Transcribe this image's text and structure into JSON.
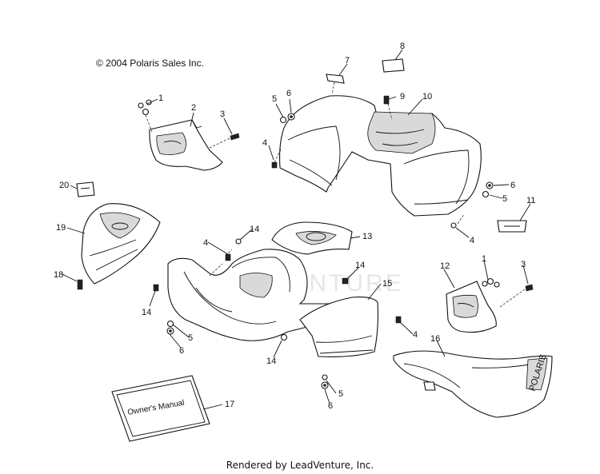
{
  "copyright": "© 2004 Polaris Sales Inc.",
  "footer": "Rendered by LeadVenture, Inc.",
  "watermark": "LEADVENTURE",
  "manual_label": "Owner's Manual",
  "seat_logo": "POLARIS",
  "labels": {
    "n1a": "1",
    "n2": "2",
    "n3a": "3",
    "n4a": "4",
    "n5a": "5",
    "n6a": "6",
    "n7": "7",
    "n8": "8",
    "n9": "9",
    "n10": "10",
    "n6b": "6",
    "n5b": "5",
    "n11": "11",
    "n4b": "4",
    "n20": "20",
    "n19": "19",
    "n13": "13",
    "n4c": "4",
    "n14a": "14",
    "n18": "18",
    "n14b": "14",
    "n5c": "5",
    "n6c": "6",
    "n14c": "14",
    "n15": "15",
    "n14d": "14",
    "n12": "12",
    "n1b": "1",
    "n3b": "3",
    "n4d": "4",
    "n16": "16",
    "n5d": "5",
    "n6d": "6",
    "n17": "17"
  }
}
